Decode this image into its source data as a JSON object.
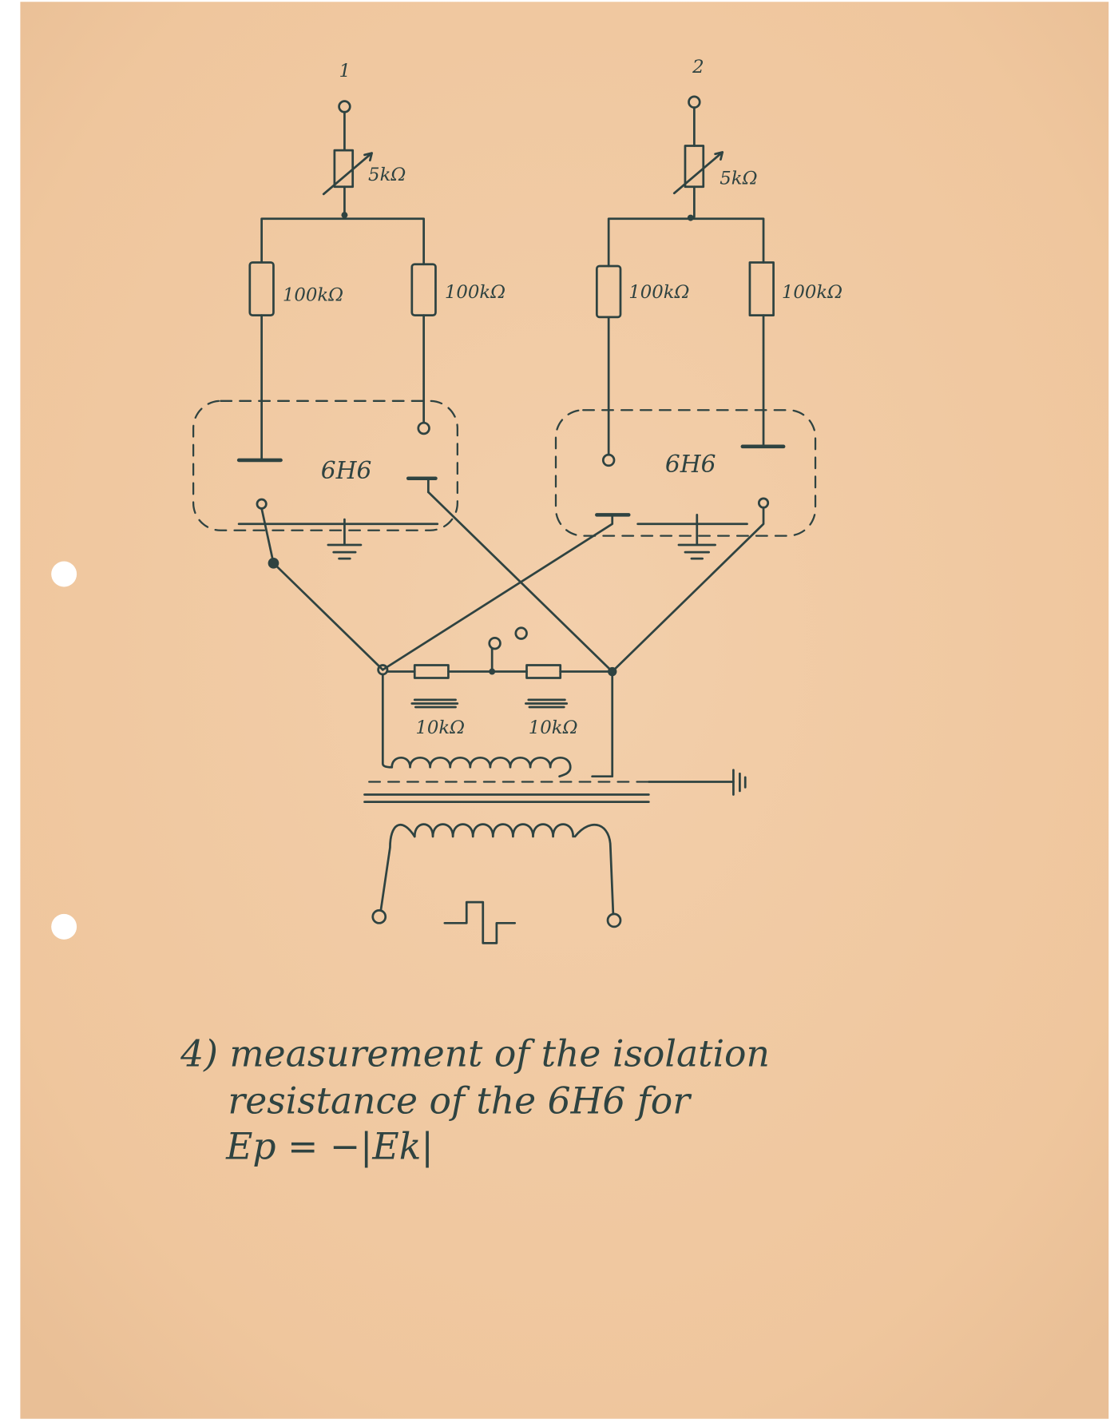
{
  "document": {
    "paper_color": "#f1c9a3",
    "ink_color": "#2f4341",
    "input_labels": [
      "1",
      "2"
    ],
    "variable_resistors": [
      "5kΩ",
      "5kΩ"
    ],
    "load_resistors": [
      "100kΩ",
      "100kΩ",
      "100kΩ",
      "100kΩ"
    ],
    "tube_labels": [
      "6H6",
      "6H6"
    ],
    "divider_resistors": [
      "10kΩ",
      "10kΩ"
    ],
    "caption": {
      "line1": "4) measurement of the isolation",
      "line2": "resistance of the 6H6 for",
      "line3": "Ep = −|Ek|"
    }
  }
}
